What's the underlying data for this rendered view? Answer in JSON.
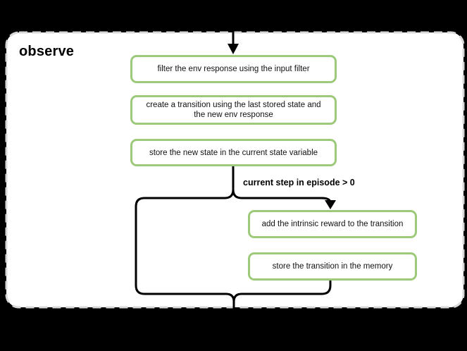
{
  "diagram": {
    "type": "flowchart",
    "container": {
      "title": "observe",
      "style": "white rounded rectangle with light-gray dashed border on black background"
    },
    "nodes": [
      {
        "id": "filter-env-response",
        "label": "filter the env response using the input filter"
      },
      {
        "id": "create-transition",
        "label": "create a transition using the last stored state and the new env response"
      },
      {
        "id": "store-new-state",
        "label": "store the new state in the current state variable"
      },
      {
        "id": "add-intrinsic-reward",
        "label": "add the intrinsic reward to the transition"
      },
      {
        "id": "store-transition",
        "label": "store the transition in the memory"
      }
    ],
    "edges": [
      {
        "from": "outside-top",
        "to": "filter-env-response",
        "label": ""
      },
      {
        "from": "store-new-state",
        "to": "add-intrinsic-reward",
        "label": "current step in episode > 0"
      },
      {
        "from": "store-new-state",
        "to": "outside-bottom",
        "label": "",
        "note": "bypass branch around conditional boxes, merges below store-transition"
      },
      {
        "from": "store-transition",
        "to": "outside-bottom",
        "label": ""
      }
    ],
    "colors": {
      "background": "#000000",
      "container_fill": "#ffffff",
      "container_border": "#d8d8d8",
      "node_border": "#9cc97a",
      "node_fill": "#ffffff",
      "edge_stroke": "#000000",
      "text": "#111111"
    }
  }
}
